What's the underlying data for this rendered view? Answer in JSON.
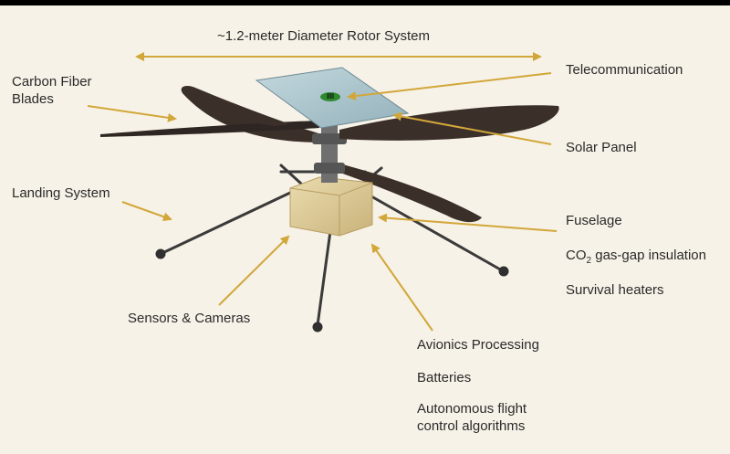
{
  "colors": {
    "background": "#f7f2e7",
    "arrow": "#d2a73a",
    "blade": "#3b2f2a",
    "leg": "#3a3a3a",
    "fuselage": "#d9c48e",
    "panel": "#a9c3cc"
  },
  "labels": {
    "rotor_system": "~1.2-meter Diameter Rotor System",
    "telecommunication": "Telecommunication",
    "carbon_fiber_line1": "Carbon Fiber",
    "carbon_fiber_line2": "Blades",
    "solar_panel": "Solar Panel",
    "landing_system": "Landing System",
    "fuselage": "Fuselage",
    "co2_prefix": "CO",
    "co2_sub": "2",
    "co2_suffix": " gas-gap insulation",
    "survival_heaters": "Survival heaters",
    "sensors_cameras": "Sensors & Cameras",
    "avionics": "Avionics Processing",
    "batteries": "Batteries",
    "autonomous_line1": "Autonomous flight",
    "autonomous_line2": "control algorithms"
  }
}
